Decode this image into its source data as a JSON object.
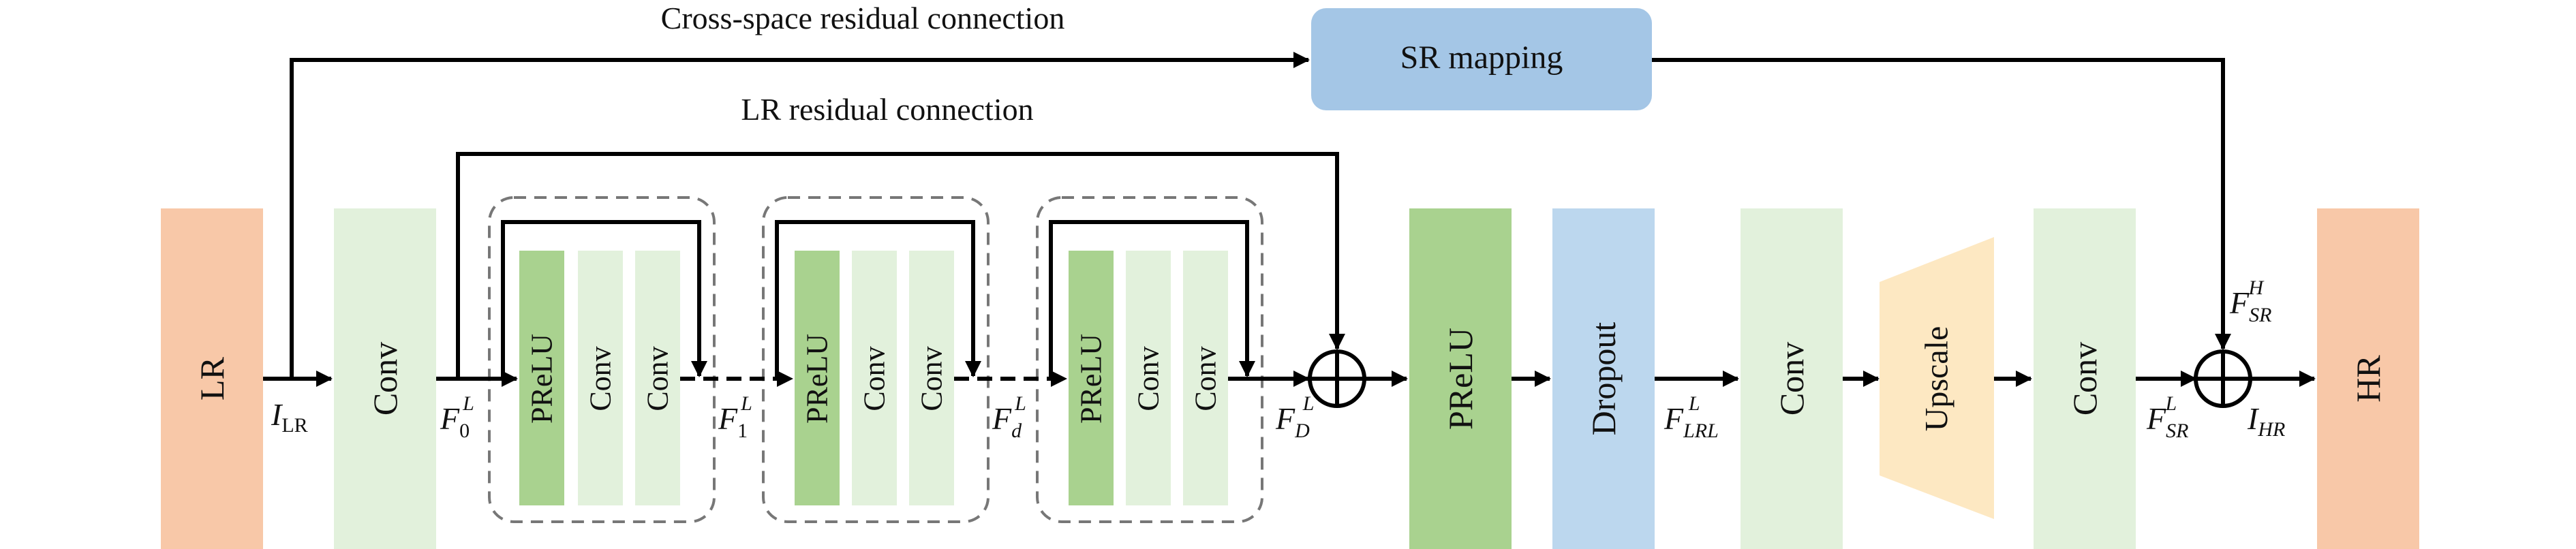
{
  "colors": {
    "lr_hr_block": "#f8c8a8",
    "conv_light": "#e2f1dc",
    "prelu_dark": "#a9d28f",
    "dropout_blue": "#bcd7ee",
    "sr_mapping_blue": "#a4c6e6",
    "upscale_yellow": "#fde8c2",
    "dashed_group": "#777777",
    "line": "#000000"
  },
  "labels": {
    "cross_space": "Cross-space residual connection",
    "lr_residual": "LR residual connection",
    "sr_mapping": "SR mapping",
    "lr": "LR",
    "hr": "HR",
    "conv": "Conv",
    "prelu": "PReLU",
    "dropout": "Dropout",
    "upscale": "Upscale"
  },
  "math": {
    "i_lr": {
      "base": "I",
      "sub": "LR"
    },
    "f0": {
      "base": "F",
      "sub": "0",
      "sup": "L"
    },
    "f1": {
      "base": "F",
      "sub": "1",
      "sup": "L"
    },
    "fd": {
      "base": "F",
      "sub": "d",
      "sup": "L"
    },
    "fD": {
      "base": "F",
      "sub": "D",
      "sup": "L"
    },
    "f_lrl": {
      "base": "F",
      "sub": "LRL",
      "sup": "L"
    },
    "f_sr_l": {
      "base": "F",
      "sub": "SR",
      "sup": "L"
    },
    "f_sr_h": {
      "base": "F",
      "sub": "SR",
      "sup": "H"
    },
    "i_hr": {
      "base": "I",
      "sub": "HR"
    }
  }
}
